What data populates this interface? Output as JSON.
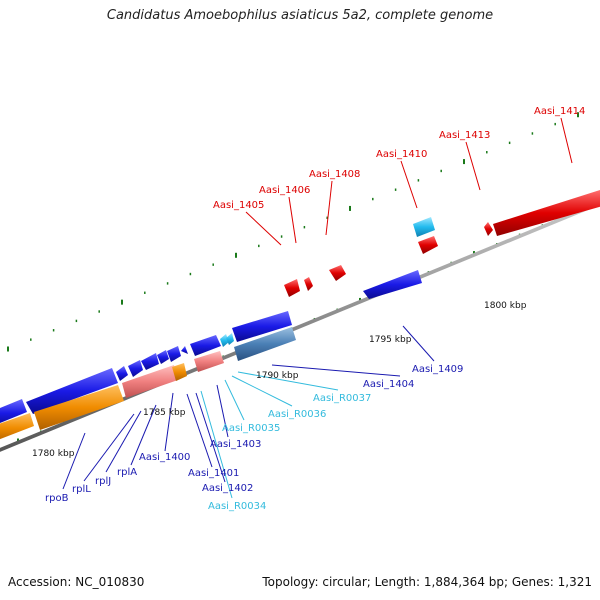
{
  "title": "Candidatus Amoebophilus asiaticus 5a2, complete genome",
  "footer": {
    "accession": "Accession: NC_010830",
    "summary": "Topology: circular; Length: 1,884,364 bp; Genes: 1,321"
  },
  "colors": {
    "forward_label": "#dd0000",
    "reverse_label": "#1a1ab0",
    "rna_label": "#33bbdd",
    "backbone": "#888888",
    "tick": "#1a7a1a",
    "blue_gene": "#1a1ae6",
    "orange_gene": "#f08c00",
    "salmon_gene": "#f08080",
    "cyan_gene": "#22bbee",
    "red_gene": "#e00000",
    "steel_gene": "#4a7fb5"
  },
  "scale": {
    "ticks": [
      {
        "label": "1780 kbp"
      },
      {
        "label": "1785 kbp"
      },
      {
        "label": "1790 kbp"
      },
      {
        "label": "1795 kbp"
      },
      {
        "label": "1800 kbp"
      }
    ]
  },
  "forward_labels": [
    {
      "text": "Aasi_1405"
    },
    {
      "text": "Aasi_1406"
    },
    {
      "text": "Aasi_1408"
    },
    {
      "text": "Aasi_1410"
    },
    {
      "text": "Aasi_1413"
    },
    {
      "text": "Aasi_1414"
    }
  ],
  "reverse_labels": [
    {
      "text": "rpoB",
      "kind": "gene"
    },
    {
      "text": "rplL",
      "kind": "gene"
    },
    {
      "text": "rplJ",
      "kind": "gene"
    },
    {
      "text": "rplA",
      "kind": "gene"
    },
    {
      "text": "Aasi_1400",
      "kind": "gene"
    },
    {
      "text": "Aasi_1401",
      "kind": "gene"
    },
    {
      "text": "Aasi_1402",
      "kind": "gene"
    },
    {
      "text": "Aasi_R0034",
      "kind": "rna"
    },
    {
      "text": "Aasi_1403",
      "kind": "gene"
    },
    {
      "text": "Aasi_R0035",
      "kind": "rna"
    },
    {
      "text": "Aasi_R0036",
      "kind": "rna"
    },
    {
      "text": "Aasi_R0037",
      "kind": "rna"
    },
    {
      "text": "Aasi_1404",
      "kind": "gene"
    },
    {
      "text": "Aasi_1409",
      "kind": "gene"
    }
  ]
}
